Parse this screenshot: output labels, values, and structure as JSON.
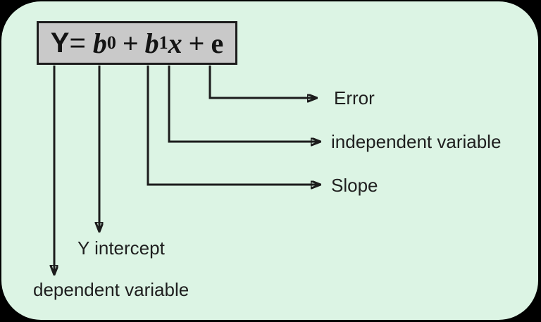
{
  "colors": {
    "canvas": "#000000",
    "panel": "#dcf4e4",
    "box_fill": "#c9c9c9",
    "stroke": "#1c1c1c",
    "text": "#1f1f1f"
  },
  "equation": {
    "lhs": "Y",
    "equals": "=",
    "b": "b",
    "sub0": "0",
    "sub1": "1",
    "plus": "+",
    "x": "x",
    "e": "e"
  },
  "labels": {
    "error": "Error",
    "independent_variable": "independent variable",
    "slope": "Slope",
    "y_intercept": "Y intercept",
    "dependent_variable": "dependent variable"
  }
}
